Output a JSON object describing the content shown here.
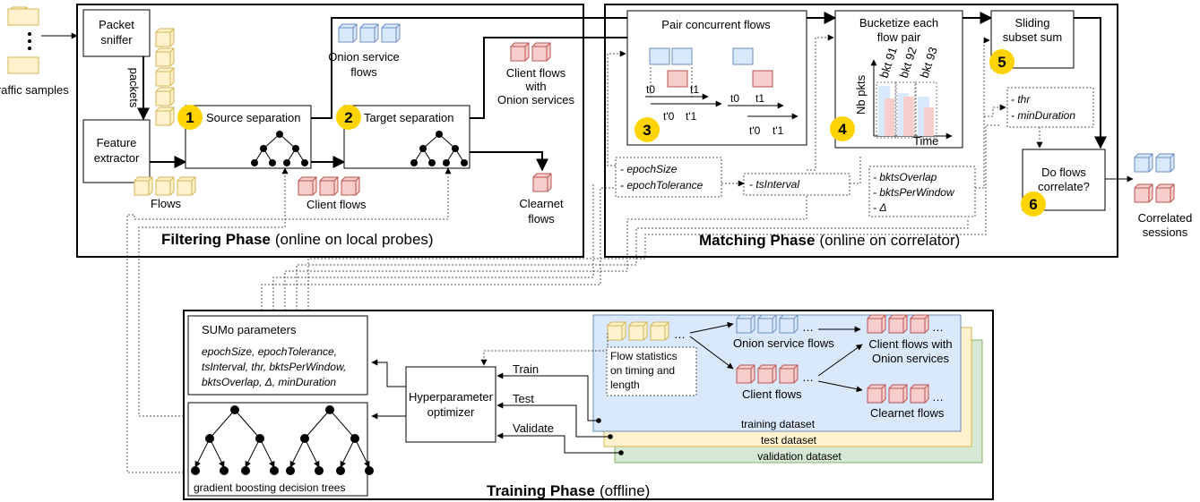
{
  "inputs": {
    "traffic_samples": "Traffic samples",
    "flows": "Flows"
  },
  "filtering": {
    "phase_bold": "Filtering Phase",
    "phase_note": "(online on local probes)",
    "packet_sniffer_1": "Packet",
    "packet_sniffer_2": "sniffer",
    "packets": "packets",
    "feature_extractor_1": "Feature",
    "feature_extractor_2": "extractor",
    "source_separation": "Source separation",
    "target_separation": "Target separation",
    "onion_service_flows_1": "Onion service",
    "onion_service_flows_2": "flows",
    "client_flows_onion_1": "Client flows",
    "client_flows_onion_2": "with",
    "client_flows_onion_3": "Onion services",
    "client_flows": "Client flows",
    "clearnet_flows_1": "Clearnet",
    "clearnet_flows_2": "flows"
  },
  "matching": {
    "phase_bold": "Matching Phase",
    "phase_note": "(online on correlator)",
    "pair_concurrent": "Pair concurrent flows",
    "bucketize_1": "Bucketize each",
    "bucketize_2": "flow pair",
    "sliding_1": "Sliding",
    "sliding_2": "subset sum",
    "do_correlate_1": "Do flows",
    "do_correlate_2": "correlate?",
    "correlated_1": "Correlated",
    "correlated_2": "sessions",
    "nb_pkts": "Nb pkts",
    "time": "Time",
    "buckets": [
      "bkt 91",
      "bkt 92",
      "bkt 93"
    ],
    "t0": "t0",
    "t1": "t1",
    "tp0": "t'0",
    "tp1": "t'1",
    "param_epoch": [
      "- epochSize",
      "- epochTolerance"
    ],
    "param_ts": "- tsInterval",
    "param_bkts": [
      "- bktsOverlap",
      "- bktsPerWindow",
      "- Δ"
    ],
    "param_thr": [
      "- thr",
      "- minDuration"
    ]
  },
  "training": {
    "phase_bold": "Training Phase",
    "phase_note": "(offline)",
    "sumo_parameters": "SUMo parameters",
    "sumo_param_lines": [
      "epochSize, epochTolerance,",
      "tsInterval, thr, bktsPerWindow,",
      "bktsOverlap, Δ, minDuration"
    ],
    "gbdt": "gradient boosting decision trees",
    "hyper_1": "Hyperparameter",
    "hyper_2": "optimizer",
    "train": "Train",
    "test": "Test",
    "validate": "Validate",
    "flow_stats": [
      "Flow statistics",
      "on timing and",
      "length"
    ],
    "onion_service_flows": "Onion service flows",
    "client_flows": "Client flows",
    "client_onion_1": "Client flows with",
    "client_onion_2": "Onion services",
    "clearnet_flows": "Clearnet flows",
    "training_dataset": "training dataset",
    "test_dataset": "test dataset",
    "validation_dataset": "validation dataset"
  },
  "badges": [
    "1",
    "2",
    "3",
    "4",
    "5",
    "6"
  ],
  "colors": {
    "yellow_fill": "#fff2cc",
    "yellow_stroke": "#d6b656",
    "blue_fill": "#dae8fc",
    "blue_stroke": "#6c8ebf",
    "red_fill": "#f8cecc",
    "red_stroke": "#b85450",
    "green_fill": "#d5e8d4",
    "green_stroke": "#82b366",
    "badge": "#ffd400"
  }
}
